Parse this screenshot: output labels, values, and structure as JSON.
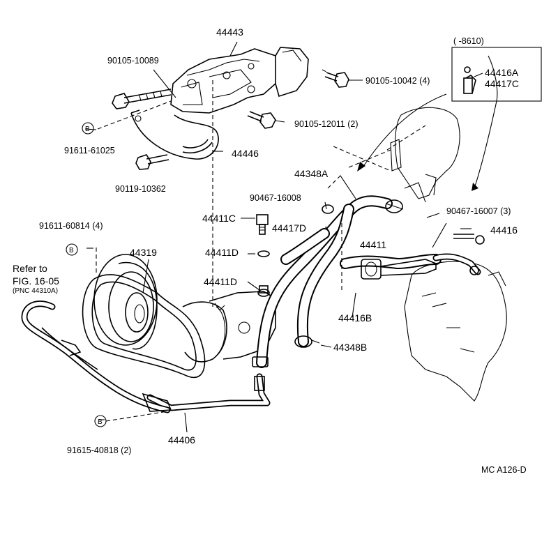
{
  "diagram": {
    "labels": {
      "l44443": "44443",
      "l90105_10089": "90105-10089",
      "l90105_10042": "90105-10042 (4)",
      "l90105_12011": "90105-12011 (2)",
      "l91611_61025": "91611-61025",
      "l44446": "44446",
      "l90119_10362": "90119-10362",
      "l44348A": "44348A",
      "l90467_16008": "90467-16008",
      "l90467_16007": "90467-16007 (3)",
      "l44416": "44416",
      "l44411C": "44411C",
      "l44417D": "44417D",
      "l91611_60814": "91611-60814 (4)",
      "l44319": "44319",
      "l44411D_a": "44411D",
      "l44411": "44411",
      "l44411D_b": "44411D",
      "l44416B": "44416B",
      "l44348B": "44348B",
      "l91615_40818": "91615-40818 (2)",
      "l44406": "44406",
      "inset_range": "(        -8610)",
      "l44416A": "44416A",
      "l44417C": "44417C",
      "refer_1": "Refer to",
      "refer_2": "FIG. 16-05",
      "refer_3": "(PNC 44310A)",
      "diagram_code": "MC  A126-D",
      "bolt_marker": "B"
    }
  }
}
